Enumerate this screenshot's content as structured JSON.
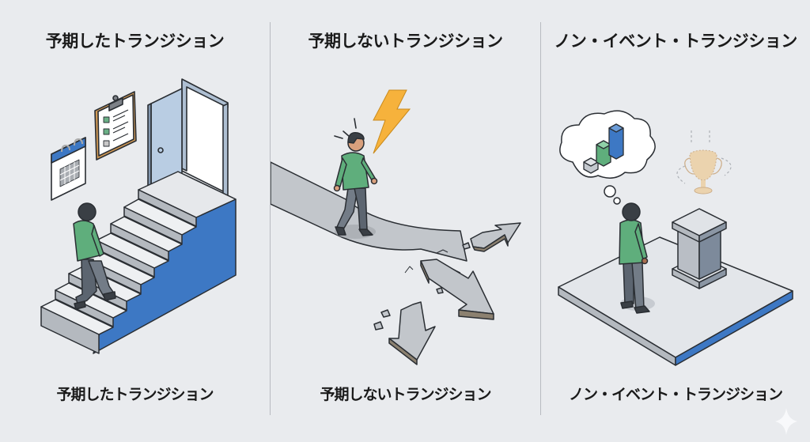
{
  "panels": [
    {
      "id": "anticipated",
      "title": "予期したトランジション",
      "caption": "予期したトランジション",
      "scene": {
        "icons": [
          "calendar-icon",
          "checklist-clipboard-icon",
          "open-door-icon",
          "staircase",
          "person-climbing"
        ],
        "checklist_items_checked": 2,
        "checklist_items_total": 3
      }
    },
    {
      "id": "unanticipated",
      "title": "予期しないトランジション",
      "caption": "予期しないトランジション",
      "scene": {
        "icons": [
          "lightning-bolt-icon",
          "person-walking",
          "path",
          "broken-arrow-paths"
        ],
        "broken_arrow_count": 3
      }
    },
    {
      "id": "non-event",
      "title": "ノン・イベント・トランジション",
      "caption": "ノン・イベント・トランジション",
      "scene": {
        "icons": [
          "thought-bubble-icon",
          "bar-chart-icon",
          "faded-trophy-icon",
          "empty-pedestal",
          "platform",
          "person-standing"
        ],
        "thought_bar_count": 3
      }
    }
  ],
  "colors": {
    "background": "#e9ebee",
    "accent_blue": "#3d78c4",
    "shirt_green": "#5fae7c",
    "bolt_orange": "#f6b23c",
    "trophy_tan": "#eccfa3",
    "stone_gray": "#c2c6cb",
    "outline": "#2a2e33"
  },
  "watermark": {
    "icon": "sparkle-icon"
  }
}
